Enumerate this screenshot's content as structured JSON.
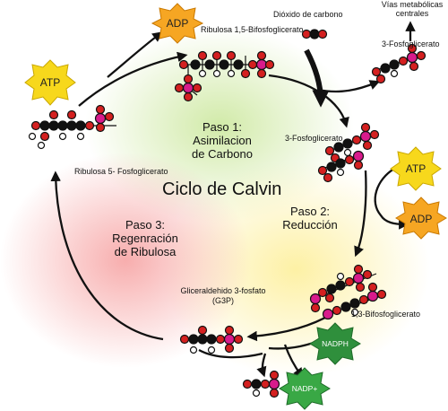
{
  "diagram": {
    "title": "Ciclo de Calvin",
    "steps": {
      "step1": [
        "Paso 1:",
        "Asimilacion",
        "de Carbono"
      ],
      "step2": [
        "Paso 2:",
        "Reducción"
      ],
      "step3": [
        "Paso 3:",
        "Regenración",
        "de Ribulosa"
      ]
    },
    "molecules": {
      "rubp": "Ribulosa 1,5-Bifosfoglicerato",
      "co2": "Dióxido de carbono",
      "pga": "3-Fosfoglicerato",
      "pga_export": "3-Fosfoglicerato",
      "metabolic_line1": "Vías metabólicas",
      "metabolic_line2": "centrales",
      "bpg": "1,3-Bifosfoglicerato",
      "g3p_line1": "Gliceraldehido 3-fosfato",
      "g3p_line2": "(G3P)",
      "ru5p": "Ribulosa 5- Fosfoglicerato"
    },
    "energy": {
      "atp_left": "ATP",
      "adp_top": "ADP",
      "atp_right": "ATP",
      "adp_right": "ADP",
      "nadph": "NADPH",
      "nadp": "NADP+"
    },
    "colors": {
      "carbon": "#111111",
      "oxygen": "#d42020",
      "phosphate": "#d81b8c",
      "hydrogen": "#ffffff",
      "atp_star": "#f7d81c",
      "adp_star": "#f6a623",
      "nadph_star": "#2f8f3c",
      "nadp_star": "#39a845",
      "glow_green": "#cfe9a4",
      "glow_yellow": "#fdf0a0",
      "glow_red": "#f7a9a9"
    }
  }
}
